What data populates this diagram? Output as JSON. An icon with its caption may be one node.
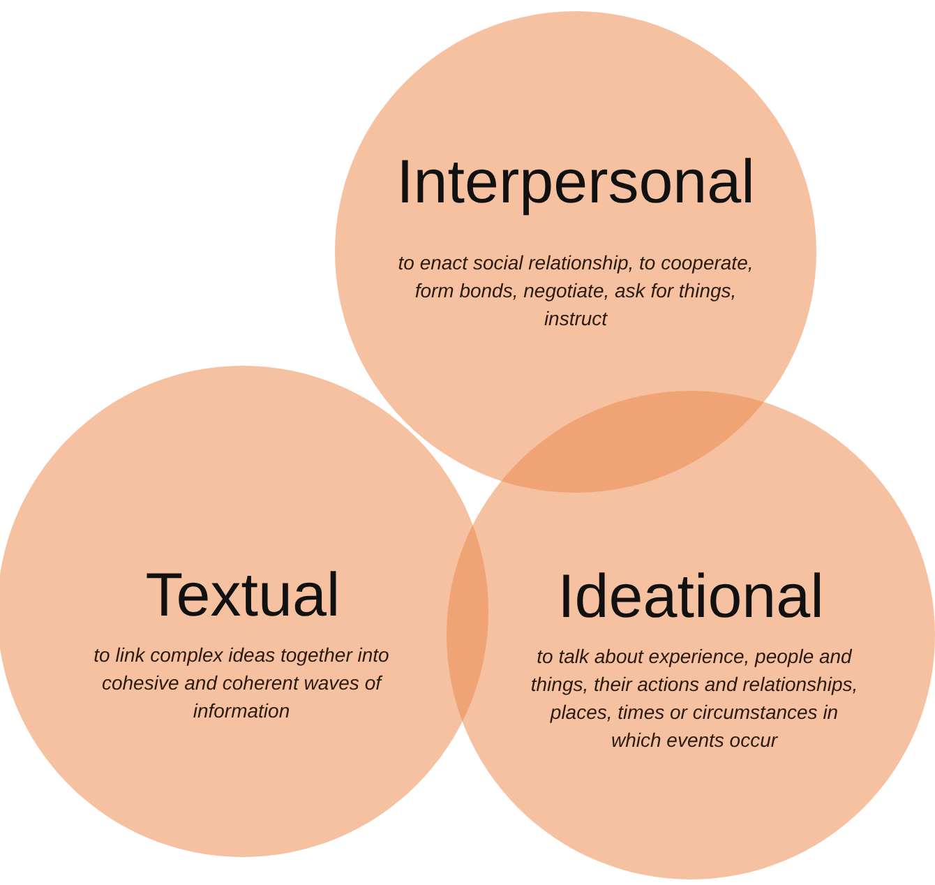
{
  "diagram": {
    "nodes": [
      {
        "text": [
          "Interpersonal",
          "to enact social relationship, to cooperate, form bonds, negotiate, ask for things, instruct"
        ]
      },
      {
        "text": [
          "Textual",
          "to link complex ideas together into cohesive and coherent waves of information"
        ]
      },
      {
        "text": [
          "Ideational",
          "to talk about experience, people and things, their actions and relationships, places, times or circumstances in which events occur"
        ]
      }
    ],
    "edges": []
  }
}
